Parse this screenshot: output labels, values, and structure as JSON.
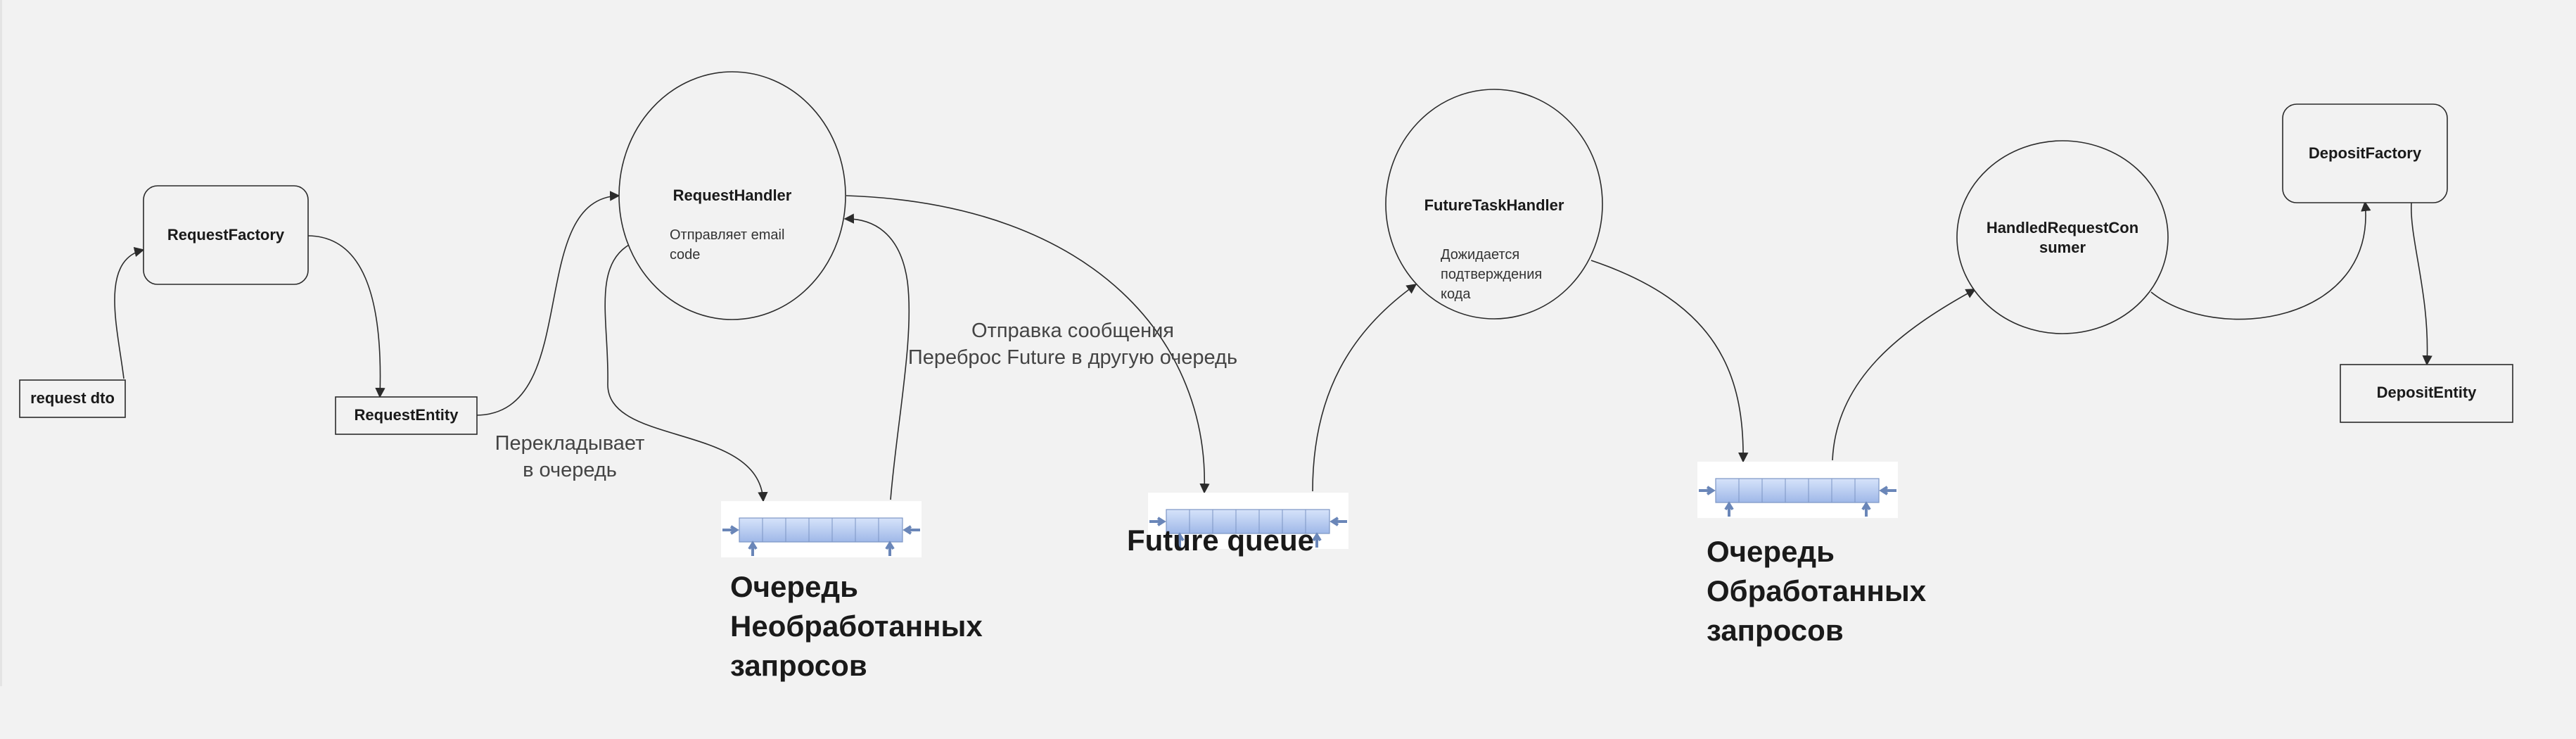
{
  "nodes": {
    "request_dto": "request dto",
    "request_factory": "RequestFactory",
    "request_entity": "RequestEntity",
    "request_handler": "RequestHandler",
    "request_handler_note_1": "Отправляет email",
    "request_handler_note_2": "code",
    "future_task_handler": "FutureTaskHandler",
    "future_task_handler_note_1": "Дожидается",
    "future_task_handler_note_2": "подтверждения",
    "future_task_handler_note_3": "кода",
    "handled_request_consumer_1": "HandledRequestCon",
    "handled_request_consumer_2": "sumer",
    "deposit_factory": "DepositFactory",
    "deposit_entity": "DepositEntity"
  },
  "edge_labels": {
    "shifts_line_1": "Перекладывает",
    "shifts_line_2": "в очередь",
    "sending_line_1": "Отправка сообщения",
    "sending_line_2": "Переброс Future в другую очередь"
  },
  "queues": {
    "unprocessed_1": "Очередь",
    "unprocessed_2": "Необработанных",
    "unprocessed_3": "запросов",
    "future": "Future queue",
    "processed_1": "Очередь",
    "processed_2": "Обработанных",
    "processed_3": "запросов"
  },
  "colors": {
    "background": "#f2f2f2",
    "stroke": "#2b2b2b",
    "queue_cell": "#b9cdf2",
    "queue_arrow": "#6a86b8"
  }
}
